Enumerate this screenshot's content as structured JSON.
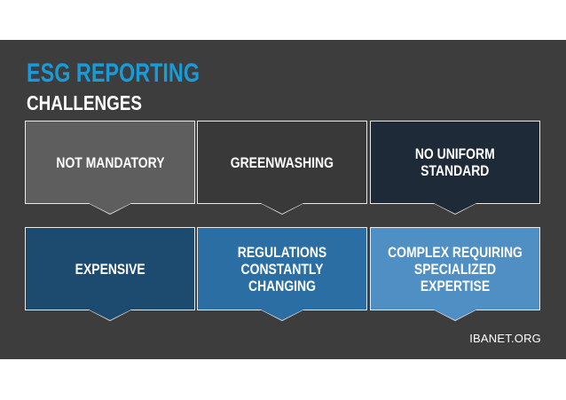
{
  "slide": {
    "title": "ESG REPORTING",
    "subtitle": "CHALLENGES",
    "footer": "IBANET.ORG",
    "cards": [
      {
        "label": "NOT MANDATORY",
        "color": "#5e5e5e"
      },
      {
        "label": "GREENWASHING",
        "color": "#393939"
      },
      {
        "label": "NO UNIFORM\nSTANDARD",
        "color": "#1f2a38"
      },
      {
        "label": "EXPENSIVE",
        "color": "#1d4a6f"
      },
      {
        "label": "REGULATIONS\nCONSTANTLY CHANGING",
        "color": "#2b6ea3"
      },
      {
        "label": "COMPLEX REQUIRING\nSPECIALIZED EXPERTISE",
        "color": "#4f8fc4"
      }
    ]
  },
  "colors": {
    "background": "#3d3d3d",
    "title": "#1a9ad6",
    "text": "#ffffff"
  }
}
